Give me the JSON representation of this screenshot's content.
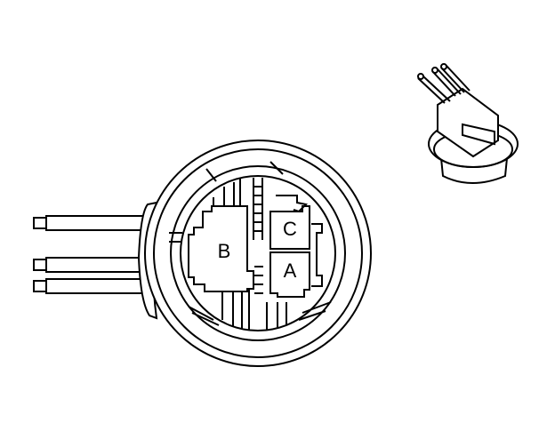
{
  "diagram": {
    "type": "connector-end-view",
    "main_connector": {
      "terminals": [
        {
          "id": "A",
          "label": "A"
        },
        {
          "id": "B",
          "label": "B"
        },
        {
          "id": "C",
          "label": "C"
        }
      ],
      "wire_count": 3
    },
    "colors": {
      "stroke": "#000000",
      "background": "#ffffff"
    }
  }
}
